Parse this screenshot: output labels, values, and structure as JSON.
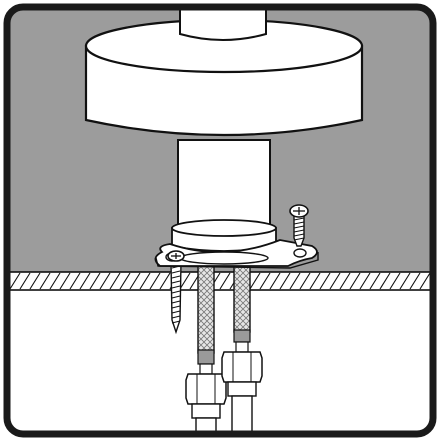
{
  "illustration": {
    "subject": "faucet-base-mounting",
    "colors": {
      "background": "#ffffff",
      "frame": "#1a1a1a",
      "wall": "#9c9c9c",
      "countertop": "#ffffff",
      "line": "#111111",
      "fixture": "#ffffff",
      "hose_braid": "#e6e6e6",
      "hose_band": "#9a9a9a"
    },
    "parts": {
      "spout": "faucet-spout",
      "cap": "faucet-cap",
      "column": "faucet-column",
      "base_collar": "base-collar",
      "mounting_flange": "mounting-flange",
      "screws": 2,
      "supply_hoses": 2
    }
  }
}
